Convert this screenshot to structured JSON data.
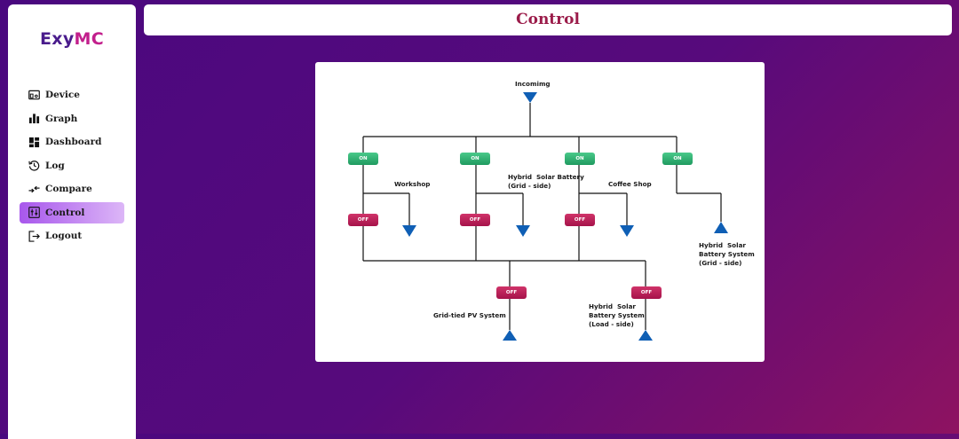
{
  "app": {
    "logo_part1": "Exy",
    "logo_part2": "MC"
  },
  "sidebar": {
    "items": [
      {
        "label": "Device",
        "icon": "device-icon",
        "active": false
      },
      {
        "label": "Graph",
        "icon": "bar-chart-icon",
        "active": false
      },
      {
        "label": "Dashboard",
        "icon": "dashboard-grid-icon",
        "active": false
      },
      {
        "label": "Log",
        "icon": "history-icon",
        "active": false
      },
      {
        "label": "Compare",
        "icon": "compare-arrows-icon",
        "active": false
      },
      {
        "label": "Control",
        "icon": "sliders-icon",
        "active": true
      },
      {
        "label": "Logout",
        "icon": "logout-icon",
        "active": false
      }
    ]
  },
  "header": {
    "title": "Control"
  },
  "diagram": {
    "incoming": "Incomimg",
    "workshop": "Workshop",
    "hybrid_grid_battery": "Hybrid  Solar Battery\n(Grid - side)",
    "coffee_shop": "Coffee Shop",
    "hybrid_grid_system": "Hybrid  Solar\nBattery System\n(Grid - side)",
    "grid_tied_pv": "Grid-tied PV System",
    "hybrid_load_system": "Hybrid  Solar\nBattery System\n(Load - side)",
    "switches": {
      "top_1": "ON",
      "top_2": "ON",
      "top_3": "ON",
      "top_4": "ON",
      "mid_1": "OFF",
      "mid_2": "OFF",
      "mid_3": "OFF",
      "bot_1": "OFF",
      "bot_2": "OFF"
    }
  },
  "colors": {
    "accent": "#a857ec",
    "title": "#9b1c4a",
    "on": "#1f9a5f",
    "off": "#a5134a",
    "arrow": "#0f5fb5"
  }
}
